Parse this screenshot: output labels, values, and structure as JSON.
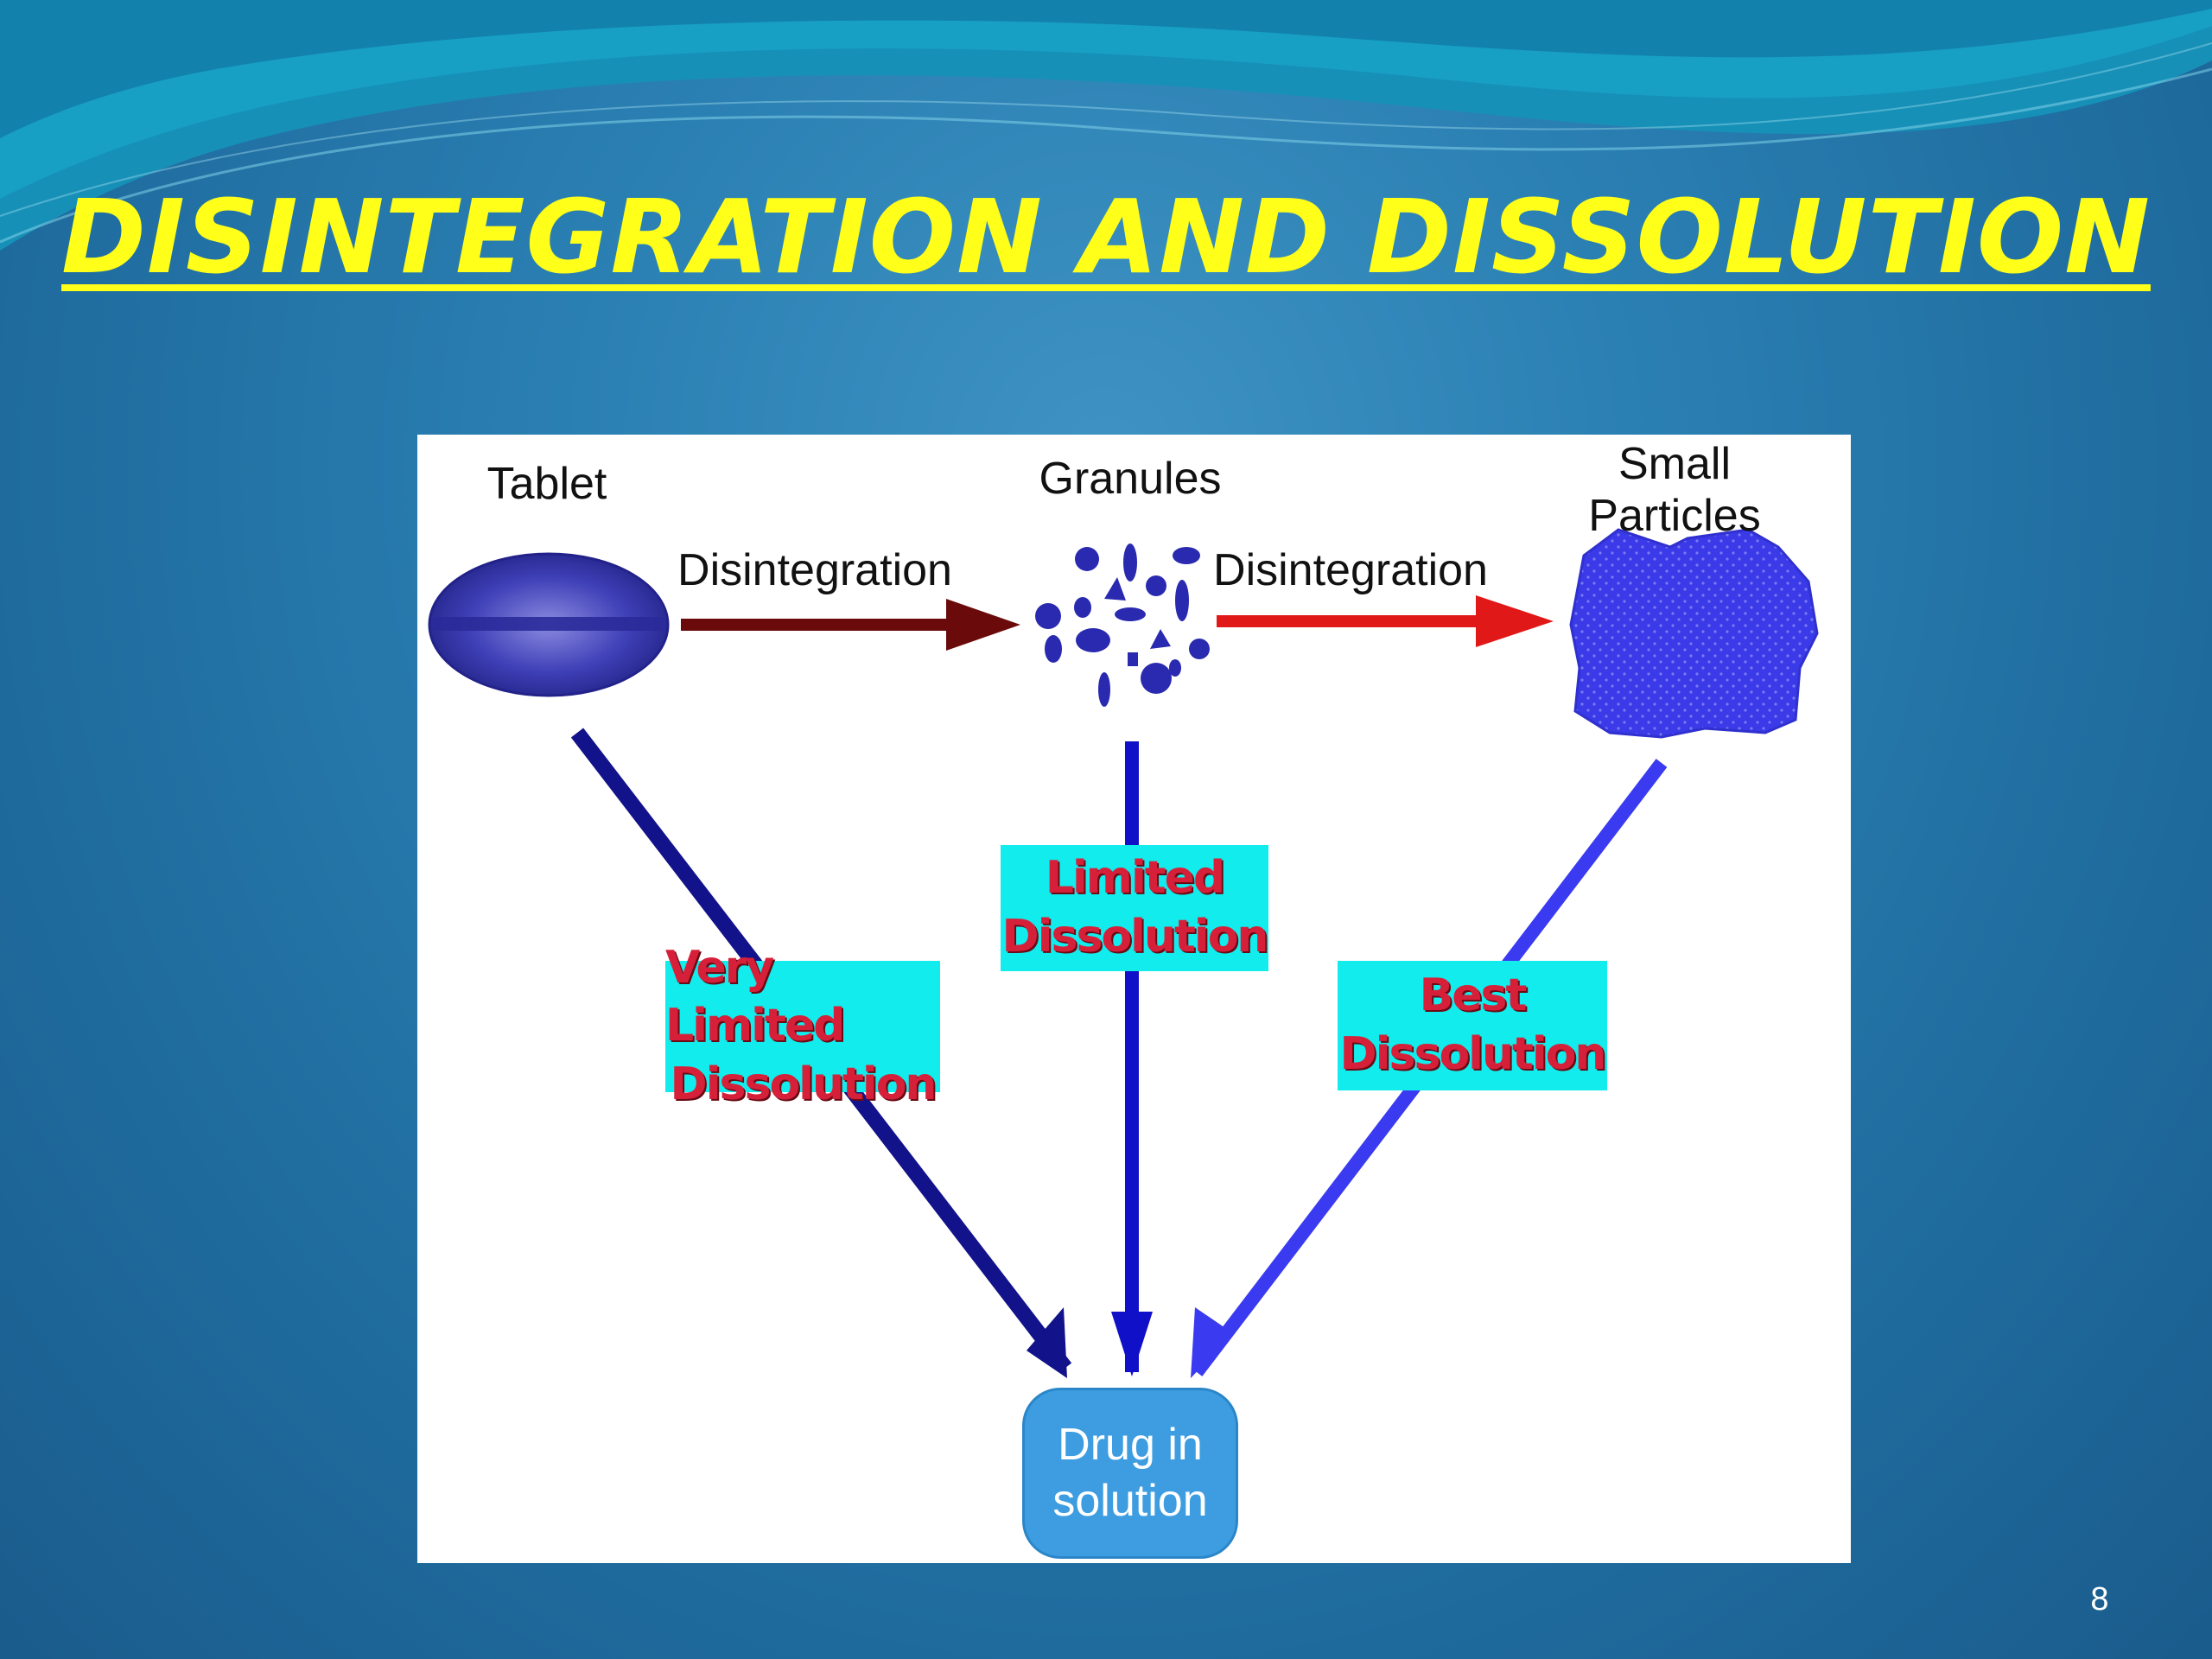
{
  "slide": {
    "title": "DISINTEGRATION AND DISSOLUTION",
    "page_number": "8"
  },
  "diagram": {
    "stages": {
      "tablet": "Tablet",
      "granules": "Granules",
      "small_particles_line1": "Small",
      "small_particles_line2": "Particles"
    },
    "arrows": {
      "disintegration_1": "Disintegration",
      "disintegration_2": "Disintegration"
    },
    "dissolution_boxes": {
      "very_limited_line1": "Very Limited",
      "very_limited_line2": "Dissolution",
      "limited_line1": "Limited",
      "limited_line2": "Dissolution",
      "best_line1": "Best",
      "best_line2": "Dissolution"
    },
    "result": {
      "line1": "Drug in",
      "line2": "solution"
    }
  },
  "colors": {
    "title": "#ffff1a",
    "box_fill": "#12ecec",
    "box_text": "#d6203a",
    "result_fill": "#3d9de0"
  }
}
